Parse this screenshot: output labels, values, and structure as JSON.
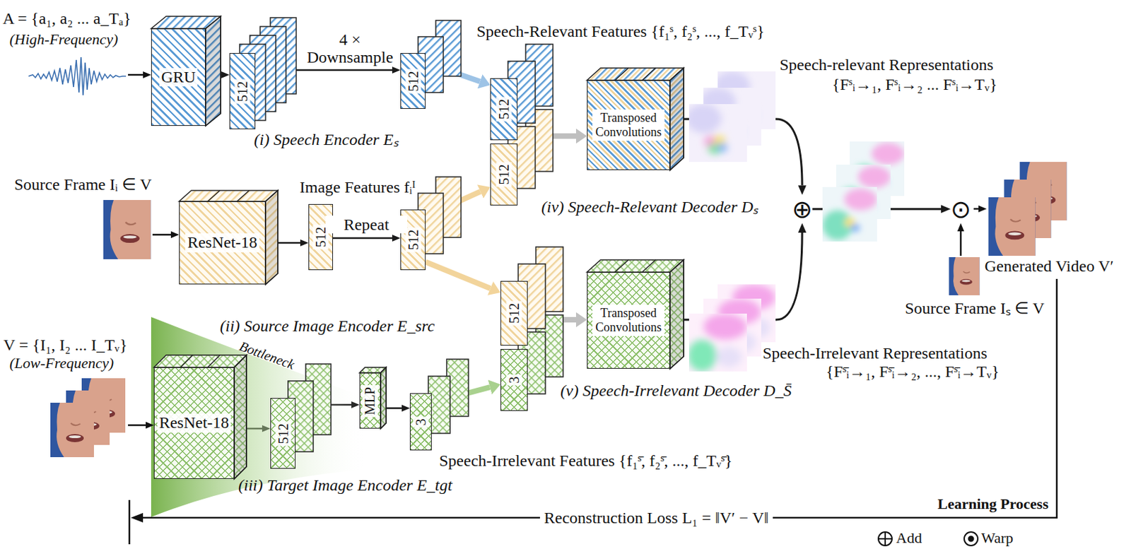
{
  "diagram": {
    "nodes": [
      {
        "text": [
          "GRU"
        ]
      },
      {
        "text": [
          "512"
        ]
      },
      {
        "text": [
          "512"
        ]
      },
      {
        "text": [
          "ResNet-18"
        ]
      },
      {
        "text": [
          "512"
        ]
      },
      {
        "text": [
          "512"
        ]
      },
      {
        "text": [
          "ResNet-18"
        ]
      },
      {
        "text": [
          "512"
        ]
      },
      {
        "text": [
          "MLP"
        ]
      },
      {
        "text": [
          "3"
        ]
      },
      {
        "text": [
          "512",
          "512"
        ]
      },
      {
        "text": [
          "512",
          "3"
        ]
      },
      {
        "text": [
          "Transposed Convolutions"
        ]
      },
      {
        "text": [
          "Transposed Convolutions"
        ]
      },
      {
        "text": [
          "⊕"
        ]
      },
      {
        "text": [
          "⊙"
        ]
      }
    ],
    "edges": [
      {
        "from": 0,
        "to": 1,
        "arrow": "to"
      },
      {
        "from": 1,
        "to": 2,
        "label": "4 × Downsample",
        "arrow": "to"
      },
      {
        "from": 2,
        "to": 10,
        "arrow": "to"
      },
      {
        "from": 3,
        "to": 4,
        "arrow": "to"
      },
      {
        "from": 4,
        "to": 5,
        "label": "Repeat",
        "arrow": "to"
      },
      {
        "from": 5,
        "to": 10,
        "arrow": "to"
      },
      {
        "from": 5,
        "to": 11,
        "arrow": "to"
      },
      {
        "from": 6,
        "to": 7,
        "arrow": "to"
      },
      {
        "from": 7,
        "to": 8,
        "arrow": "to"
      },
      {
        "from": 8,
        "to": 9,
        "arrow": "to"
      },
      {
        "from": 9,
        "to": 11,
        "arrow": "to"
      },
      {
        "from": 10,
        "to": 12,
        "arrow": "to"
      },
      {
        "from": 11,
        "to": 13,
        "arrow": "to"
      },
      {
        "from": 12,
        "to": 14,
        "arrow": "to"
      },
      {
        "from": 13,
        "to": 14,
        "arrow": "to"
      },
      {
        "from": 14,
        "to": 15,
        "arrow": "to"
      }
    ],
    "labels": [
      "A = {a₁, a₂ ... a_Tₐ}",
      "(High-Frequency)",
      "(i) Speech Encoder Eₛ",
      "Speech-Relevant Features {f₁ˢ, f₂ˢ, ..., f_Tᵥˢ}",
      "Speech-relevant Representations",
      "{Fˢᵢ→₁, Fˢᵢ→₂ ... Fˢᵢ→Tᵥ}",
      "Source Frame Iᵢ ∈ V",
      "Image Features fᵢᴵ",
      "(ii) Source Image Encoder E_src",
      "(iv) Speech-Relevant Decoder Dₛ",
      "V = {I₁, I₂ ... I_Tᵥ}",
      "(Low-Frequency)",
      "Bottleneck",
      "Speech-Irrelevant Features {f₁ˢ̄, f₂ˢ̄, ..., f_Tᵥˢ̄}",
      "(iii) Target Image Encoder E_tgt",
      "(v) Speech-Irrelevant Decoder D_S̄",
      "Speech-Irrelevant Representations",
      "{Fˢ̄ᵢ→₁, Fˢ̄ᵢ→₂, ..., Fˢ̄ᵢ→Tᵥ}",
      "Generated Video V′",
      "Source Frame Iₛ ∈ V",
      "Reconstruction Loss L₁ = ‖V′ − V‖",
      "Learning Process"
    ],
    "legend": [
      {
        "text": "Add"
      },
      {
        "text": "Warp"
      }
    ]
  }
}
